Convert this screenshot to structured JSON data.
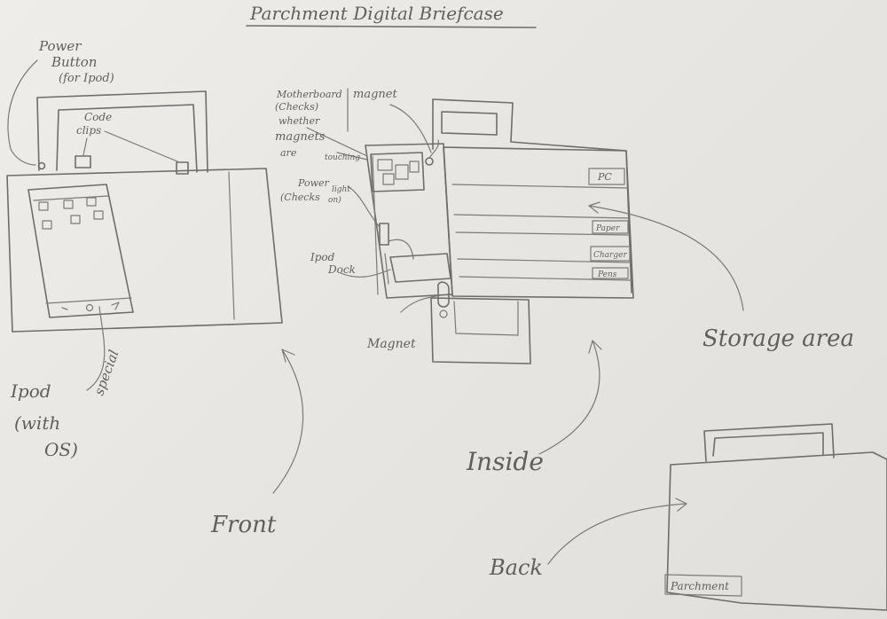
{
  "title": "Parchment Digital Briefcase",
  "front": {
    "label": "Front",
    "power_button_label": [
      "Power",
      "Button",
      "(for Ipod)"
    ],
    "code_clips_label": [
      "Code",
      "clips"
    ],
    "ipod_label": [
      "Ipod",
      "(with",
      "OS)"
    ],
    "special_label": "special"
  },
  "inside": {
    "label": "Inside",
    "motherboard_label": [
      "Motherboard",
      "(Checks)",
      "whether",
      "magnets",
      "are",
      "touching"
    ],
    "magnet_top_label": "magnet",
    "power_light_label": [
      "Power",
      "(Checks",
      "light",
      "on)"
    ],
    "ipod_dock_label": [
      "Ipod",
      "Dock"
    ],
    "magnet_bottom_label": "Magnet",
    "storage_area_label": "Storage area",
    "slots": [
      "PC",
      "Paper",
      "Charger",
      "Pens"
    ]
  },
  "back": {
    "label": "Back",
    "brand": "Parchment"
  },
  "colors": {
    "paper": "#ecebe8",
    "pencil": "#6d6d6d"
  }
}
